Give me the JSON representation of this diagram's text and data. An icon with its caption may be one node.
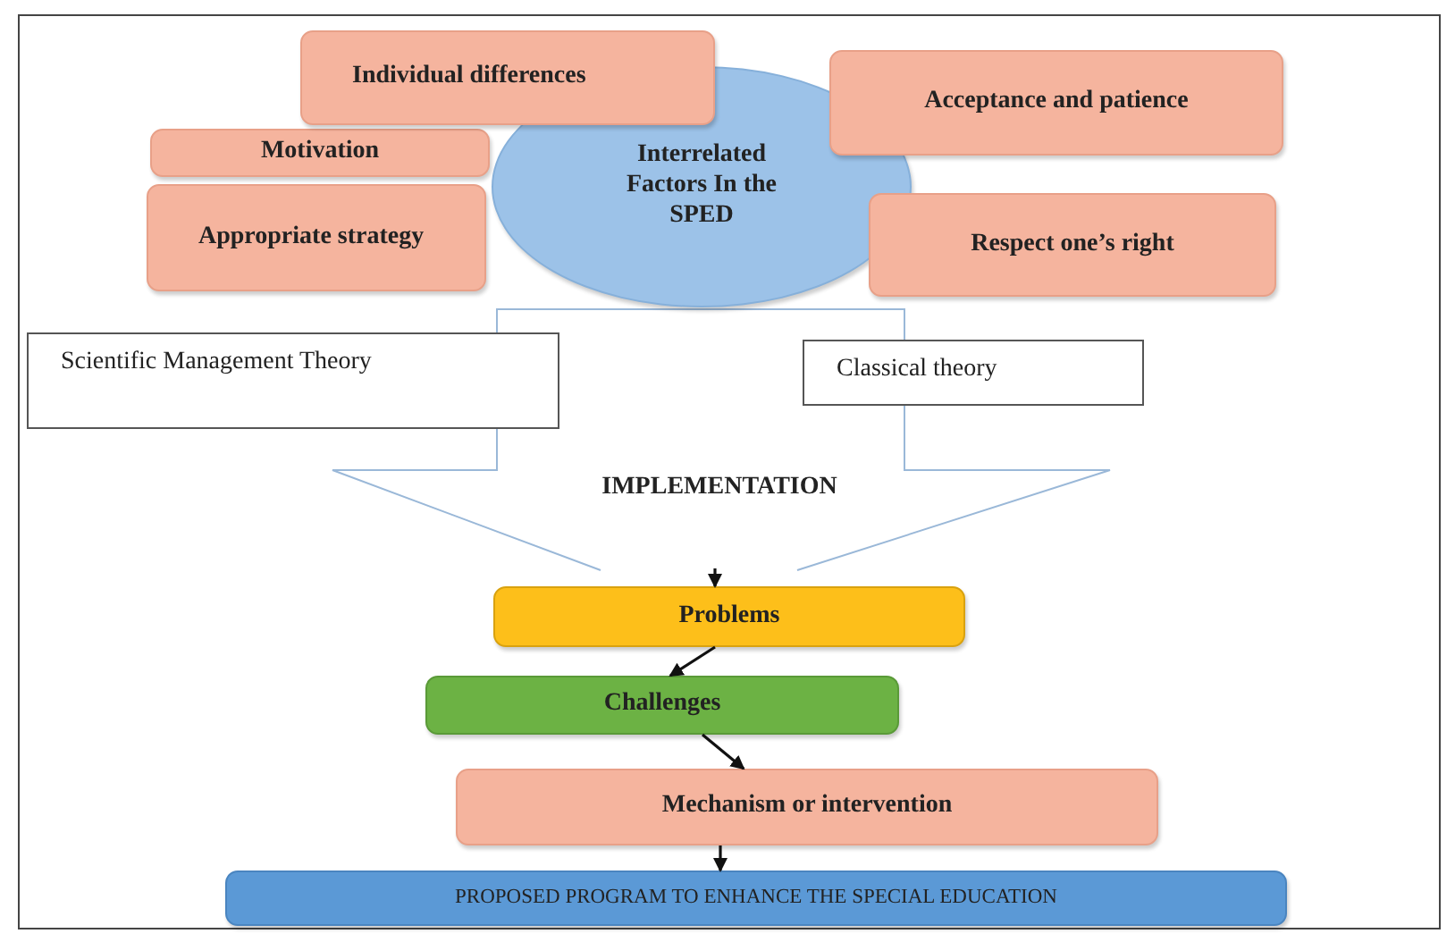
{
  "diagram": {
    "nodes": [
      {
        "text": [
          "Individual differences"
        ]
      },
      {
        "text": [
          "Motivation"
        ]
      },
      {
        "text": [
          "Appropriate strategy"
        ]
      },
      {
        "text": [
          "Interrelated Factors In the SPED"
        ]
      },
      {
        "text": [
          "Acceptance and patience"
        ]
      },
      {
        "text": [
          "Respect one’s right"
        ]
      },
      {
        "text": [
          "Scientific Management Theory"
        ]
      },
      {
        "text": [
          "Classical theory"
        ]
      },
      {
        "text": [
          "IMPLEMENTATION"
        ]
      },
      {
        "text": [
          "Problems"
        ]
      },
      {
        "text": [
          "Challenges"
        ]
      },
      {
        "text": [
          "Mechanism or intervention"
        ]
      },
      {
        "text": [
          "PROPOSED PROGRAM TO ENHANCE THE SPECIAL EDUCATION"
        ]
      }
    ],
    "edges": [
      {
        "from": 8,
        "to": 9,
        "arrow": "to"
      },
      {
        "from": 9,
        "to": 10,
        "arrow": "to"
      },
      {
        "from": 10,
        "to": 11,
        "arrow": "to"
      },
      {
        "from": 11,
        "to": 12,
        "arrow": "to"
      }
    ]
  }
}
